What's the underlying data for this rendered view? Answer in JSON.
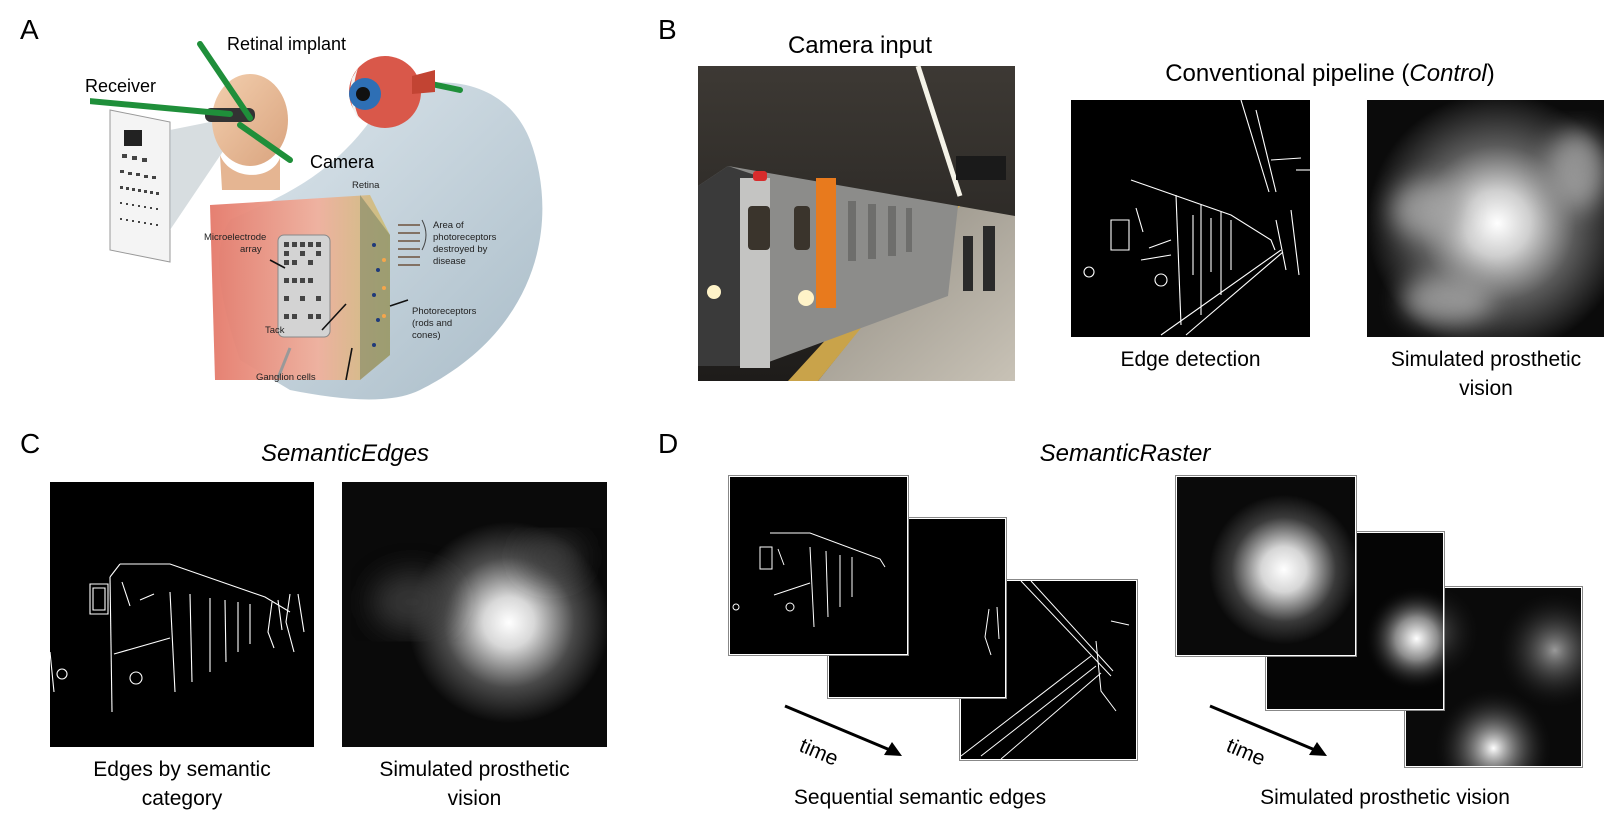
{
  "panels": {
    "a": {
      "letter": "A",
      "labels": {
        "retinal_implant": "Retinal implant",
        "receiver": "Receiver",
        "camera": "Camera",
        "retina": "Retina",
        "microelectrode_array": [
          "Microelectrode",
          "array"
        ],
        "area_photoreceptors": [
          "Area of",
          "photoreceptors",
          "destroyed by",
          "disease"
        ],
        "tack": "Tack",
        "photoreceptors": [
          "Photoreceptors",
          "(rods and",
          "cones)"
        ],
        "ganglion_cells": "Ganglion cells"
      }
    },
    "b": {
      "letter": "B",
      "camera_title": "Camera input",
      "conventional_title_prefix": "Conventional pipeline (",
      "conventional_title_italic": "Control",
      "conventional_title_suffix": ")",
      "edge_caption": "Edge detection",
      "spv_caption_line1": "Simulated prosthetic",
      "spv_caption_line2": "vision"
    },
    "c": {
      "letter": "C",
      "title": "SemanticEdges",
      "edges_caption_line1": "Edges by semantic",
      "edges_caption_line2": "category",
      "spv_caption_line1": "Simulated prosthetic",
      "spv_caption_line2": "vision"
    },
    "d": {
      "letter": "D",
      "title": "SemanticRaster",
      "time_label_1": "time",
      "time_label_2": "time",
      "left_caption": "Sequential semantic edges",
      "right_caption": "Simulated prosthetic vision"
    }
  },
  "colors": {
    "accent_orange": "#e87a1d",
    "platform_yellow": "#c9a34a",
    "implant_green": "#1f8f3a",
    "retina_red": "#d9584a"
  }
}
